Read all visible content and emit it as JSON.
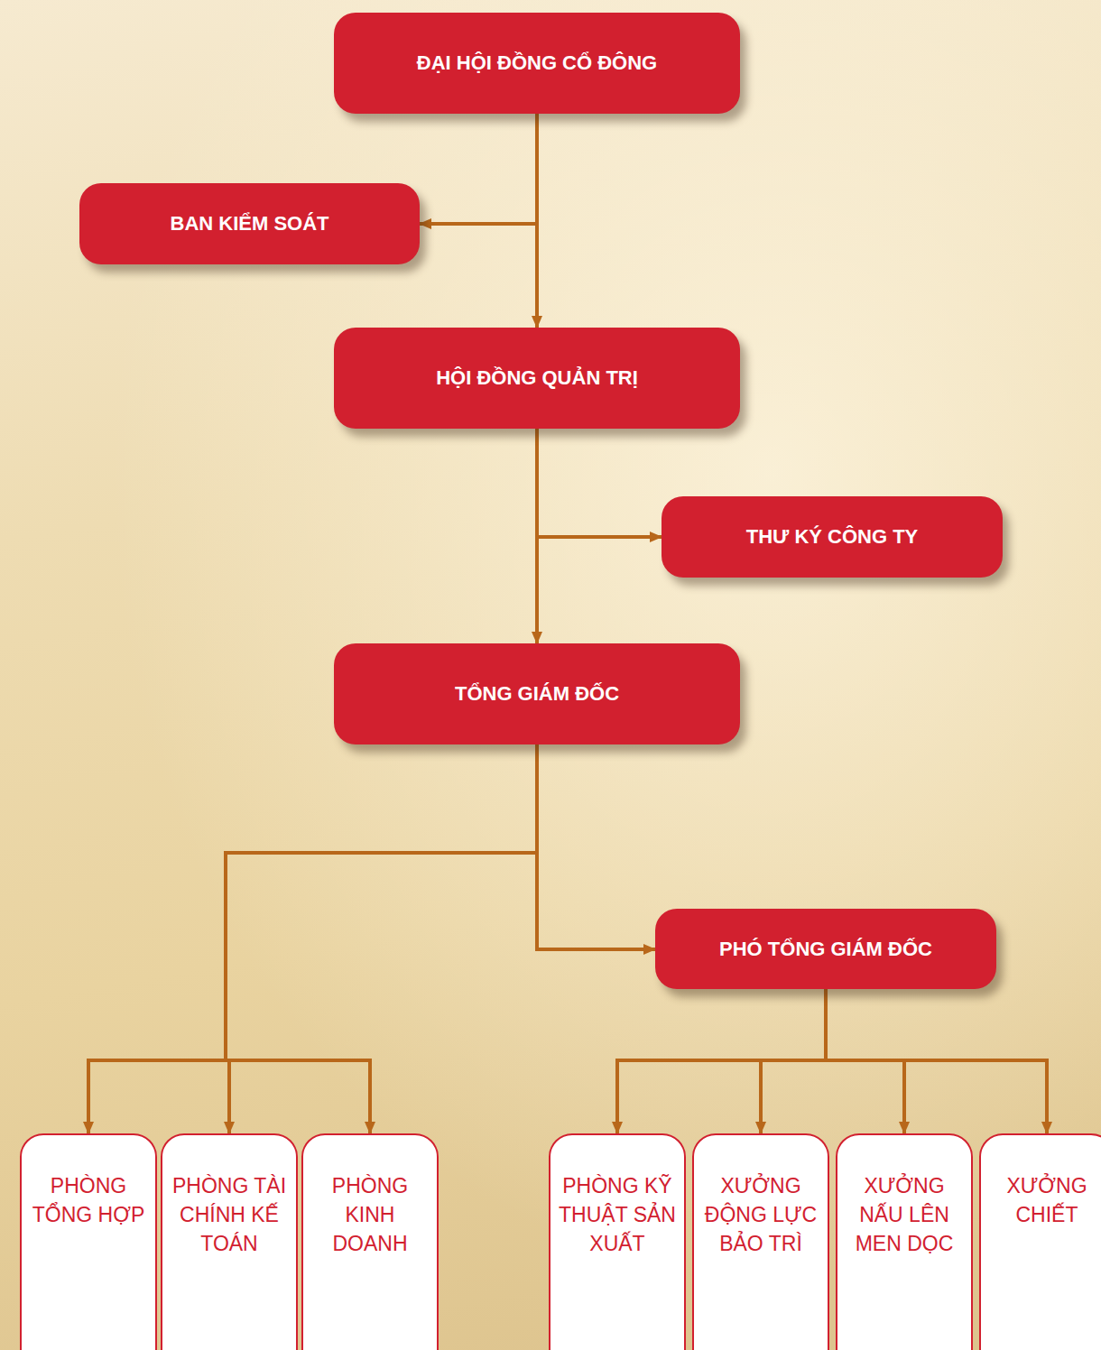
{
  "diagram": {
    "nodes": [
      {
        "text": [
          "ĐẠI HỘI ĐỒNG CỔ ĐÔNG"
        ]
      },
      {
        "text": [
          "BAN KIỂM SOÁT"
        ]
      },
      {
        "text": [
          "HỘI ĐỒNG QUẢN TRỊ"
        ]
      },
      {
        "text": [
          "THƯ KÝ CÔNG TY"
        ]
      },
      {
        "text": [
          "TỔNG GIÁM ĐỐC"
        ]
      },
      {
        "text": [
          "PHÓ TỔNG GIÁM ĐỐC"
        ]
      },
      {
        "text": [
          "PHÒNG TỔNG HỢP"
        ]
      },
      {
        "text": [
          "PHÒNG TÀI CHÍNH KẾ TOÁN"
        ]
      },
      {
        "text": [
          "PHÒNG KINH DOANH"
        ]
      },
      {
        "text": [
          "PHÒNG KỸ THUẬT SẢN XUẤT"
        ]
      },
      {
        "text": [
          "XƯỞNG ĐỘNG LỰC BẢO TRÌ"
        ]
      },
      {
        "text": [
          "XƯỞNG NẤU LÊN MEN DỌC"
        ]
      },
      {
        "text": [
          "XƯỞNG CHIẾT"
        ]
      }
    ],
    "edges": [
      {
        "from": 0,
        "to": 1,
        "arrow": "to"
      },
      {
        "from": 0,
        "to": 2,
        "arrow": "to"
      },
      {
        "from": 2,
        "to": 3,
        "arrow": "to"
      },
      {
        "from": 2,
        "to": 4,
        "arrow": "to"
      },
      {
        "from": 4,
        "to": 5,
        "arrow": "to"
      },
      {
        "from": 4,
        "to": 6,
        "arrow": "to"
      },
      {
        "from": 4,
        "to": 7,
        "arrow": "to"
      },
      {
        "from": 4,
        "to": 8,
        "arrow": "to"
      },
      {
        "from": 5,
        "to": 9,
        "arrow": "to"
      },
      {
        "from": 5,
        "to": 10,
        "arrow": "to"
      },
      {
        "from": 5,
        "to": 11,
        "arrow": "to"
      },
      {
        "from": 5,
        "to": 12,
        "arrow": "to"
      }
    ]
  }
}
